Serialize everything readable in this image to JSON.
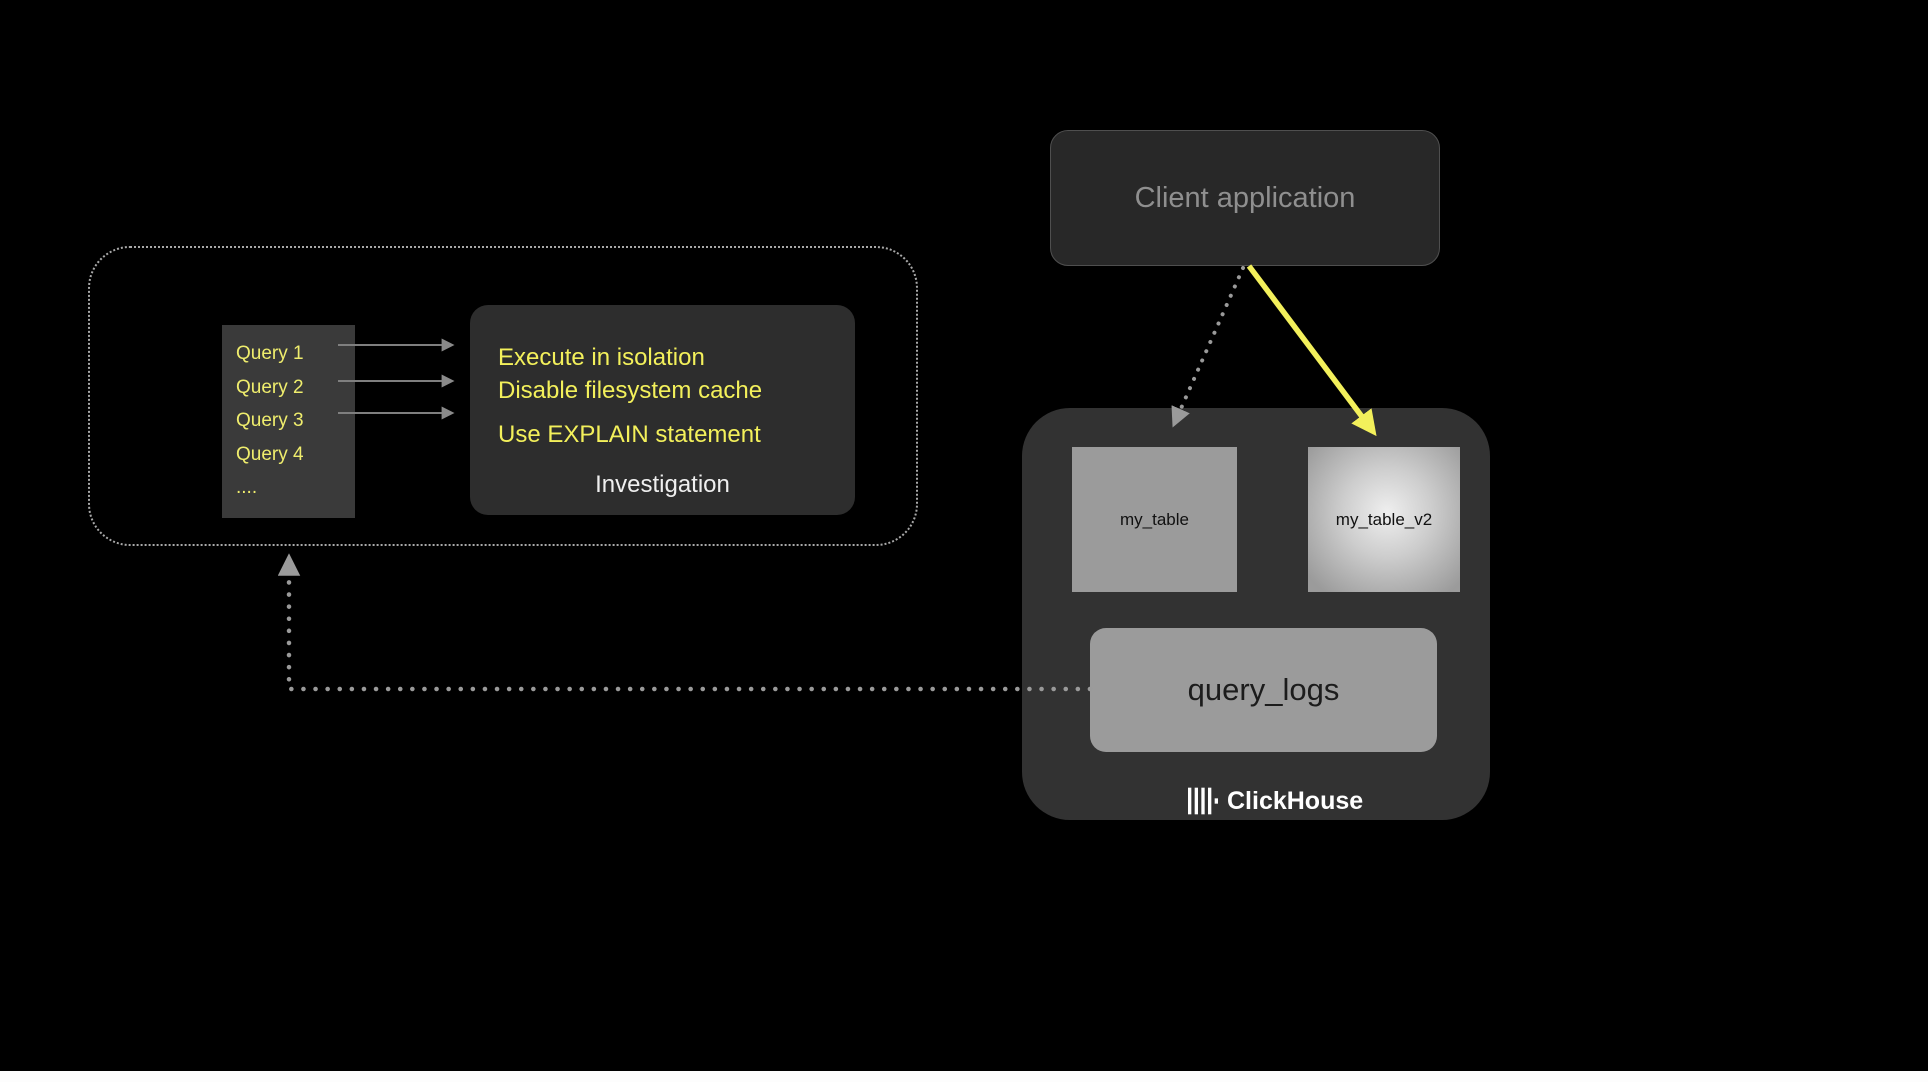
{
  "client_application": {
    "label": "Client application"
  },
  "analysis_region": {
    "query_list": {
      "items": [
        "Query 1",
        "Query 2",
        "Query 3",
        "Query 4",
        "...."
      ]
    },
    "investigation": {
      "tips": [
        "Execute in isolation",
        "Disable filesystem cache",
        "Use EXPLAIN statement"
      ],
      "title": "Investigation"
    }
  },
  "clickhouse": {
    "tables": {
      "left": "my_table",
      "right": "my_table_v2"
    },
    "query_logs_label": "query_logs",
    "brand": "ClickHouse"
  },
  "colors": {
    "background": "#000000",
    "accent_yellow": "#f3f05b",
    "gray_arrow": "#9a9a9a",
    "panel_dark": "#2d2d2d",
    "table_gray": "#9b9b9b",
    "client_box": "#282828"
  }
}
